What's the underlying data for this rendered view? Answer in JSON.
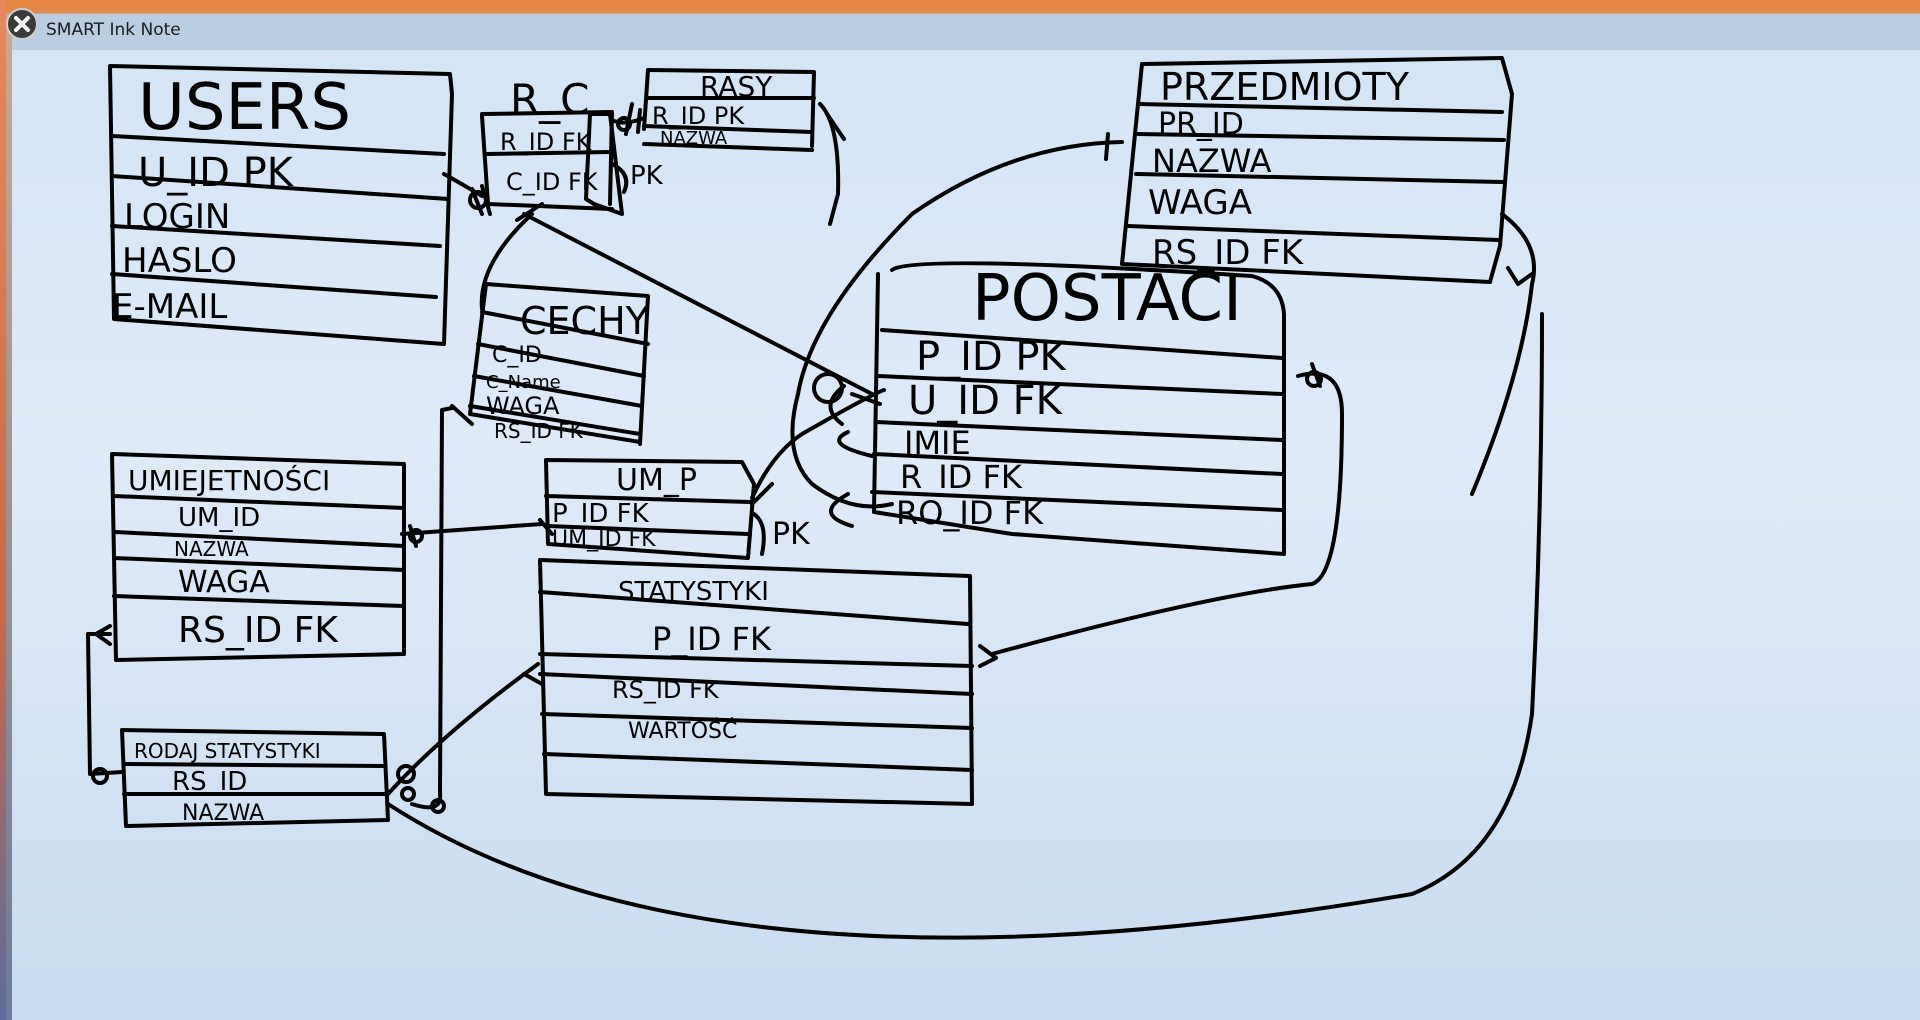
{
  "window": {
    "title": "SMART Ink Note",
    "close_icon": "close-icon"
  },
  "diagram": {
    "relation_rc_label": "R_C",
    "pk_marks": [
      "PK",
      "PK"
    ],
    "tables": {
      "users": {
        "name": "USERS",
        "fields": [
          "U_ID PK",
          "LOGIN",
          "HASLO",
          "E-MAIL"
        ]
      },
      "rasy": {
        "name": "RASY",
        "fields": [
          "R_ID PK",
          "NAZWA"
        ]
      },
      "r_c": {
        "fields": [
          "R_ID FK",
          "C_ID FK"
        ]
      },
      "cechy": {
        "name": "CECHY",
        "fields": [
          "C_ID",
          "C_Name",
          "WAGA",
          "RS_ID FK"
        ]
      },
      "przedmioty": {
        "name": "PRZEDMIOTY",
        "fields": [
          "PR_ID",
          "NAZWA",
          "WAGA",
          "RS_ID FK"
        ]
      },
      "postaci": {
        "name": "POSTACI",
        "fields": [
          "P_ID PK",
          "U_ID FK",
          "IMIE",
          "R_ID FK",
          "RO_ID FK"
        ]
      },
      "umiejetnosci": {
        "name": "UMIEJETNOŚCI",
        "fields": [
          "UM_ID",
          "NAZWA",
          "WAGA",
          "RS_ID FK"
        ]
      },
      "um_p": {
        "name": "UM_P",
        "fields": [
          "P_ID FK",
          "UM_ID FK"
        ]
      },
      "statystyki": {
        "name": "STATYSTYKI",
        "fields": [
          "P_ID FK",
          "RS_ID FK",
          "WARTOŚĆ"
        ]
      },
      "rodaj_statystyki": {
        "name": "RODAJ STATYSTYKI",
        "fields": [
          "RS_ID",
          "NAZWA"
        ]
      }
    }
  }
}
